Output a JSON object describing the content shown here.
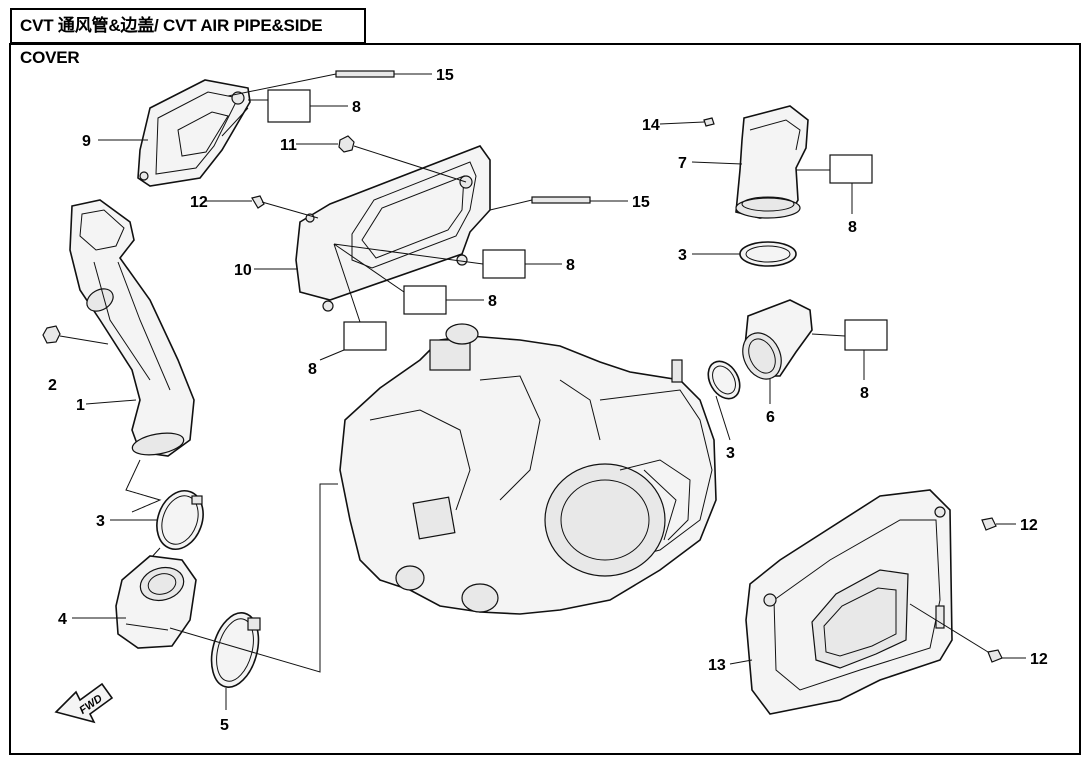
{
  "title": "CVT 通风管&边盖/ CVT AIR PIPE&SIDE COVER",
  "fwd_label": "FWD",
  "callouts": {
    "c1": "1",
    "c2": "2",
    "c3a": "3",
    "c3b": "3",
    "c3c": "3",
    "c4": "4",
    "c5": "5",
    "c6": "6",
    "c7": "7",
    "c8a": "8",
    "c8b": "8",
    "c8c": "8",
    "c8d": "8",
    "c8e": "8",
    "c8f": "8",
    "c9": "9",
    "c10": "10",
    "c11": "11",
    "c12a": "12",
    "c12b": "12",
    "c12c": "12",
    "c13": "13",
    "c14": "14",
    "c15a": "15",
    "c15b": "15"
  }
}
